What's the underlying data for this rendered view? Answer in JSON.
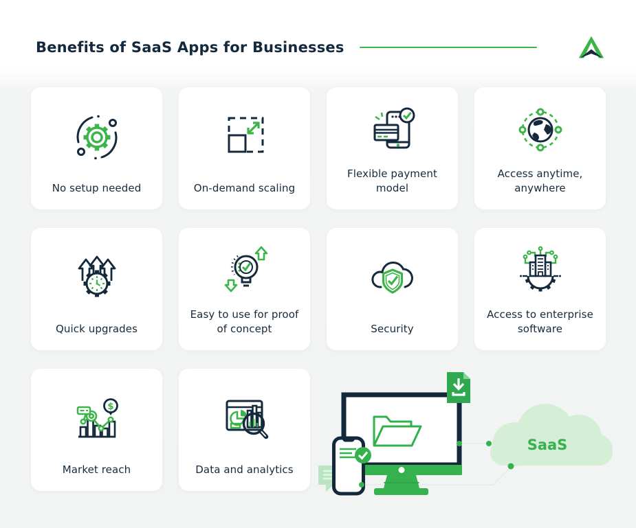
{
  "header": {
    "title": "Benefits of SaaS Apps for Businesses"
  },
  "cards": [
    {
      "label": "No setup needed",
      "icon": "gear-orbit-icon"
    },
    {
      "label": "On-demand scaling",
      "icon": "expand-square-icon"
    },
    {
      "label": "Flexible payment model",
      "icon": "mobile-payment-icon"
    },
    {
      "label": "Access anytime, anywhere",
      "icon": "globe-network-icon"
    },
    {
      "label": "Quick upgrades",
      "icon": "gear-clock-arrows-icon"
    },
    {
      "label": "Easy to use for proof of concept",
      "icon": "lightbulb-check-icon"
    },
    {
      "label": "Security",
      "icon": "cloud-shield-check-icon"
    },
    {
      "label": "Access to enterprise software",
      "icon": "building-circuit-gear-icon"
    },
    {
      "label": "Market reach",
      "icon": "growth-chart-dollar-icon"
    },
    {
      "label": "Data and analytics",
      "icon": "analytics-magnifier-icon"
    }
  ],
  "icons": {
    "dollar_glyph": "$"
  },
  "illustration": {
    "cloud_label": "SaaS"
  },
  "colors": {
    "accent_green": "#3CB44A",
    "dark_navy": "#14293C",
    "light_green_cloud": "#D5EFD7",
    "background": "#F2F4F4"
  }
}
